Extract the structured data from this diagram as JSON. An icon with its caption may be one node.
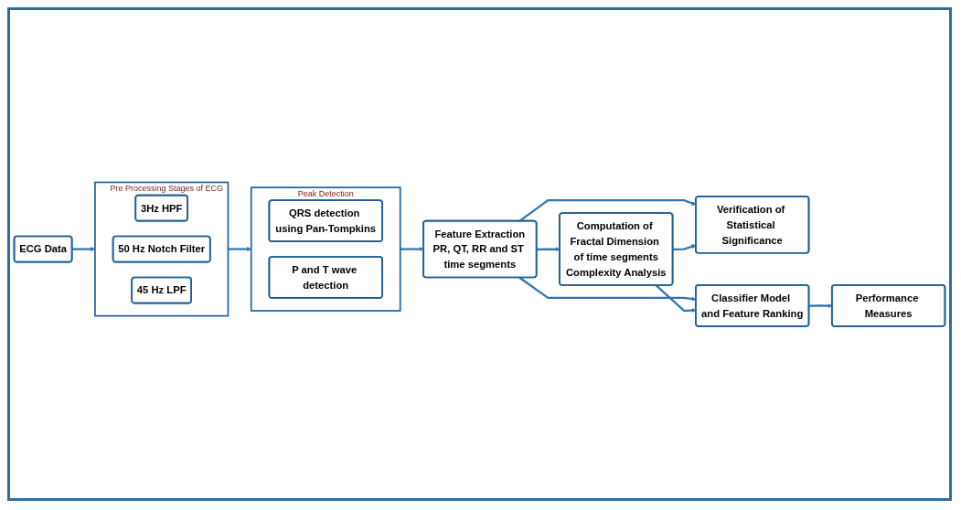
{
  "diagram": {
    "nodes": [
      {
        "text": [
          "ECG Data"
        ]
      },
      {
        "text": [
          "Pre Processing Stages of ECG"
        ]
      },
      {
        "text": [
          "3Hz HPF"
        ],
        "in": 1
      },
      {
        "text": [
          "50 Hz Notch Filter"
        ],
        "in": 1
      },
      {
        "text": [
          "45 Hz LPF"
        ],
        "in": 1
      },
      {
        "text": [
          "Peak Detection"
        ]
      },
      {
        "text": [
          "QRS detection using Pan-Tompkins"
        ],
        "in": 5
      },
      {
        "text": [
          "P and T wave detection"
        ],
        "in": 5
      },
      {
        "text": [
          "Feature Extraction",
          "PR, QT, RR and ST time segments"
        ]
      },
      {
        "text": [
          "Computation of Fractal Dimension of time segments",
          "Complexity Analysis"
        ]
      },
      {
        "text": [
          "Verification of Statistical Significance"
        ]
      },
      {
        "text": [
          "Classifier Model and Feature Ranking"
        ]
      },
      {
        "text": [
          "Performance Measures"
        ]
      }
    ],
    "edges": [
      {
        "from": 0,
        "to": 1,
        "arrow": "to"
      },
      {
        "from": 1,
        "to": 5,
        "arrow": "to"
      },
      {
        "from": 5,
        "to": 8,
        "arrow": "to"
      },
      {
        "from": 8,
        "to": 9,
        "arrow": "to"
      },
      {
        "from": 8,
        "to": 11,
        "arrow": "to"
      },
      {
        "from": 8,
        "to": 10,
        "arrow": "to"
      },
      {
        "from": 9,
        "to": 11,
        "arrow": "to"
      },
      {
        "from": 9,
        "to": 10,
        "arrow": "to"
      },
      {
        "from": 11,
        "to": 12,
        "arrow": "to"
      }
    ]
  }
}
